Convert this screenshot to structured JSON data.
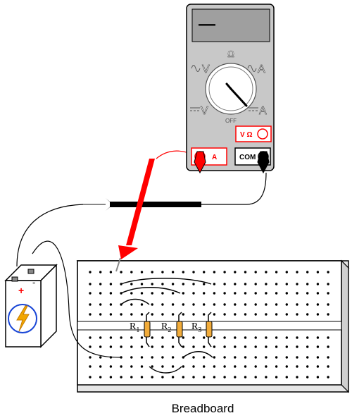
{
  "meter": {
    "display": "—",
    "dial": {
      "ohm": "Ω",
      "ac_volts": "V",
      "ac_amps": "A",
      "dc_volts": "V",
      "dc_amps": "A",
      "off": "OFF"
    },
    "jacks": {
      "volt_ohm": "V Ω",
      "amps": "A",
      "common": "COM"
    }
  },
  "battery": {
    "positive": "+",
    "negative": "-"
  },
  "resistors": [
    {
      "letter": "R",
      "sub": "1"
    },
    {
      "letter": "R",
      "sub": "2"
    },
    {
      "letter": "R",
      "sub": "3"
    }
  ],
  "breadboard_label": "Breadboard",
  "colors": {
    "meter_body": "#c8c8c8",
    "lcd": "#9f9f9f",
    "probe_red": "#ff0000",
    "probe_black": "#000000",
    "resistor_body": "#f2ac3a",
    "bolt": "#f2a600",
    "bolt_ring": "#1845d6"
  }
}
